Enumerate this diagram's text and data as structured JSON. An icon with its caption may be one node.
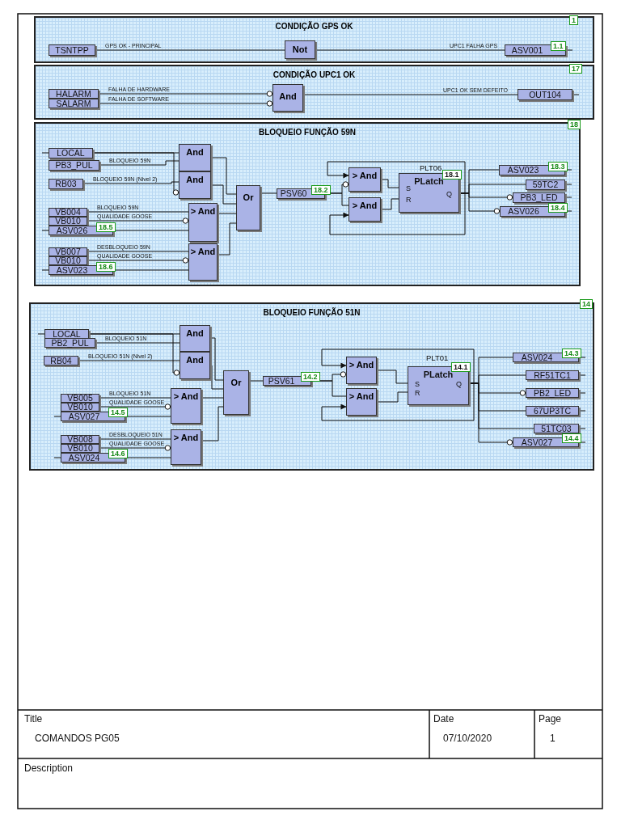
{
  "diagram": {
    "nodes": [
      {
        "text": [
          "CONDIÇÃO GPS OK"
        ],
        "beside": [
          "1"
        ]
      },
      {
        "text": [
          "TSNTPP"
        ],
        "in": 0
      },
      {
        "text": [
          "Not"
        ],
        "in": 0
      },
      {
        "text": [
          "ASV001",
          "1.1"
        ],
        "in": 0
      },
      {
        "text": [
          "CONDIÇÃO UPC1 OK"
        ],
        "beside": [
          "17"
        ]
      },
      {
        "text": [
          "HALARM"
        ],
        "in": 4
      },
      {
        "text": [
          "SALARM"
        ],
        "in": 4
      },
      {
        "text": [
          "And"
        ],
        "in": 4
      },
      {
        "text": [
          "OUT104"
        ],
        "in": 4
      },
      {
        "text": [
          "BLOQUEIO FUNÇÃO 59N"
        ],
        "beside": [
          "18"
        ]
      },
      {
        "text": [
          "LOCAL"
        ],
        "in": 9
      },
      {
        "text": [
          "PB3_PUL"
        ],
        "in": 9
      },
      {
        "text": [
          "RB03"
        ],
        "in": 9
      },
      {
        "text": [
          "And"
        ],
        "in": 9
      },
      {
        "text": [
          "And"
        ],
        "in": 9
      },
      {
        "text": [
          "VB004"
        ],
        "in": 9
      },
      {
        "text": [
          "VB010"
        ],
        "in": 9
      },
      {
        "text": [
          "ASV026",
          "18.5"
        ],
        "in": 9
      },
      {
        "text": [
          "> And"
        ],
        "in": 9
      },
      {
        "text": [
          "VB007"
        ],
        "in": 9
      },
      {
        "text": [
          "VB010"
        ],
        "in": 9
      },
      {
        "text": [
          "ASV023",
          "18.6"
        ],
        "in": 9
      },
      {
        "text": [
          "> And"
        ],
        "in": 9
      },
      {
        "text": [
          "Or"
        ],
        "in": 9
      },
      {
        "text": [
          "PSV60",
          "18.2"
        ],
        "in": 9
      },
      {
        "text": [
          "> And"
        ],
        "in": 9
      },
      {
        "text": [
          "> And"
        ],
        "in": 9
      },
      {
        "text": [
          "18.1",
          "PLatch",
          "S",
          "R",
          "Q"
        ],
        "in": 9,
        "beside": [
          "PLT06"
        ]
      },
      {
        "text": [
          "ASV023",
          "18.3"
        ],
        "in": 9
      },
      {
        "text": [
          "59TC2"
        ],
        "in": 9
      },
      {
        "text": [
          "PB3_LED"
        ],
        "in": 9
      },
      {
        "text": [
          "ASV026",
          "18.4"
        ],
        "in": 9
      },
      {
        "text": [
          "BLOQUEIO FUNÇÃO 51N"
        ],
        "beside": [
          "14"
        ]
      },
      {
        "text": [
          "LOCAL"
        ],
        "in": 32
      },
      {
        "text": [
          "PB2_PUL"
        ],
        "in": 32
      },
      {
        "text": [
          "RB04"
        ],
        "in": 32
      },
      {
        "text": [
          "And"
        ],
        "in": 32
      },
      {
        "text": [
          "And"
        ],
        "in": 32
      },
      {
        "text": [
          "VB005"
        ],
        "in": 32
      },
      {
        "text": [
          "VB010"
        ],
        "in": 32
      },
      {
        "text": [
          "ASV027",
          "14.5"
        ],
        "in": 32
      },
      {
        "text": [
          "> And"
        ],
        "in": 32
      },
      {
        "text": [
          "VB008"
        ],
        "in": 32
      },
      {
        "text": [
          "VB010"
        ],
        "in": 32
      },
      {
        "text": [
          "ASV024",
          "14.6"
        ],
        "in": 32
      },
      {
        "text": [
          "> And"
        ],
        "in": 32
      },
      {
        "text": [
          "Or"
        ],
        "in": 32
      },
      {
        "text": [
          "PSV61",
          "14.2"
        ],
        "in": 32
      },
      {
        "text": [
          "> And"
        ],
        "in": 32
      },
      {
        "text": [
          "> And"
        ],
        "in": 32
      },
      {
        "text": [
          "14.1",
          "PLatch",
          "S",
          "R",
          "Q"
        ],
        "in": 32,
        "beside": [
          "PLT01"
        ]
      },
      {
        "text": [
          "ASV024",
          "14.3"
        ],
        "in": 32
      },
      {
        "text": [
          "RF51TC1"
        ],
        "in": 32
      },
      {
        "text": [
          "PB2_LED"
        ],
        "in": 32
      },
      {
        "text": [
          "67UP3TC"
        ],
        "in": 32
      },
      {
        "text": [
          "51TC03"
        ],
        "in": 32
      },
      {
        "text": [
          "ASV027",
          "14.4"
        ],
        "in": 32
      }
    ],
    "edges": [
      {
        "from": 1,
        "to": 2,
        "arrow": "none",
        "label": "GPS OK - PRINCIPAL"
      },
      {
        "from": 2,
        "to": 3,
        "arrow": "none",
        "label": "UPC1 FALHA GPS"
      },
      {
        "from": 5,
        "to": 7,
        "arrow": "other",
        "label": "FALHA DE HARDWARE"
      },
      {
        "from": 6,
        "to": 7,
        "arrow": "other",
        "label": "FALHA DE SOFTWARE"
      },
      {
        "from": 7,
        "to": 8,
        "arrow": "none",
        "label": "UPC1 OK SEM DEFEITO"
      },
      {
        "from": 10,
        "to": 13,
        "arrow": "none"
      },
      {
        "from": 11,
        "to": 13,
        "arrow": "none",
        "label": "BLOQUEIO 59N"
      },
      {
        "from": 12,
        "to": 14,
        "arrow": "none",
        "label": "BLOQUEIO 59N (Nivel 2)"
      },
      {
        "from": 10,
        "to": 14,
        "arrow": "other"
      },
      {
        "from": 15,
        "to": 18,
        "arrow": "none",
        "label": "BLOQUEIO 59N"
      },
      {
        "from": 16,
        "to": 18,
        "arrow": "other",
        "label": "QUALIDADE GOOSE"
      },
      {
        "from": 17,
        "to": 18,
        "arrow": "none"
      },
      {
        "from": 19,
        "to": 22,
        "arrow": "none",
        "label": "DESBLOQUEIO 59N"
      },
      {
        "from": 20,
        "to": 22,
        "arrow": "other",
        "label": "QUALIDADE GOOSE"
      },
      {
        "from": 21,
        "to": 22,
        "arrow": "none"
      },
      {
        "from": 13,
        "to": 23,
        "arrow": "none"
      },
      {
        "from": 14,
        "to": 23,
        "arrow": "none"
      },
      {
        "from": 18,
        "to": 23,
        "arrow": "none"
      },
      {
        "from": 22,
        "to": 23,
        "arrow": "none"
      },
      {
        "from": 23,
        "to": 24,
        "arrow": "none"
      },
      {
        "from": 24,
        "to": 25,
        "arrow": "other"
      },
      {
        "from": 24,
        "to": 26,
        "arrow": "none"
      },
      {
        "from": 27,
        "to": 25,
        "arrow": "to"
      },
      {
        "from": 27,
        "to": 26,
        "arrow": "to"
      },
      {
        "from": 25,
        "to": 27,
        "arrow": "none"
      },
      {
        "from": 26,
        "to": 27,
        "arrow": "none"
      },
      {
        "from": 27,
        "to": 28,
        "arrow": "none"
      },
      {
        "from": 27,
        "to": 29,
        "arrow": "none"
      },
      {
        "from": 27,
        "to": 30,
        "arrow": "other"
      },
      {
        "from": 27,
        "to": 31,
        "arrow": "other"
      },
      {
        "from": 33,
        "to": 36,
        "arrow": "none"
      },
      {
        "from": 34,
        "to": 36,
        "arrow": "none",
        "label": "BLOQUEIO 51N"
      },
      {
        "from": 35,
        "to": 37,
        "arrow": "none",
        "label": "BLOQUEIO 51N (Nivel 2)"
      },
      {
        "from": 33,
        "to": 37,
        "arrow": "other"
      },
      {
        "from": 38,
        "to": 41,
        "arrow": "none",
        "label": "BLOQUEIO 51N"
      },
      {
        "from": 39,
        "to": 41,
        "arrow": "other",
        "label": "QUALIDADE GOOSE"
      },
      {
        "from": 40,
        "to": 41,
        "arrow": "none"
      },
      {
        "from": 42,
        "to": 45,
        "arrow": "none",
        "label": "DESBLOQUEIO 51N"
      },
      {
        "from": 43,
        "to": 45,
        "arrow": "other",
        "label": "QUALIDADE GOOSE"
      },
      {
        "from": 44,
        "to": 45,
        "arrow": "none"
      },
      {
        "from": 36,
        "to": 46,
        "arrow": "none"
      },
      {
        "from": 37,
        "to": 46,
        "arrow": "none"
      },
      {
        "from": 41,
        "to": 46,
        "arrow": "none"
      },
      {
        "from": 45,
        "to": 46,
        "arrow": "none"
      },
      {
        "from": 46,
        "to": 47,
        "arrow": "none"
      },
      {
        "from": 47,
        "to": 48,
        "arrow": "other"
      },
      {
        "from": 47,
        "to": 49,
        "arrow": "none"
      },
      {
        "from": 50,
        "to": 48,
        "arrow": "to"
      },
      {
        "from": 50,
        "to": 49,
        "arrow": "to"
      },
      {
        "from": 48,
        "to": 50,
        "arrow": "none"
      },
      {
        "from": 49,
        "to": 50,
        "arrow": "none"
      },
      {
        "from": 50,
        "to": 51,
        "arrow": "none"
      },
      {
        "from": 50,
        "to": 52,
        "arrow": "none"
      },
      {
        "from": 50,
        "to": 53,
        "arrow": "other"
      },
      {
        "from": 50,
        "to": 54,
        "arrow": "none"
      },
      {
        "from": 50,
        "to": 55,
        "arrow": "none"
      },
      {
        "from": 50,
        "to": 56,
        "arrow": "other"
      }
    ],
    "labels": [
      "Title",
      "COMANDOS PG05",
      "Date",
      "07/10/2020",
      "Page",
      "1",
      "Description"
    ]
  }
}
